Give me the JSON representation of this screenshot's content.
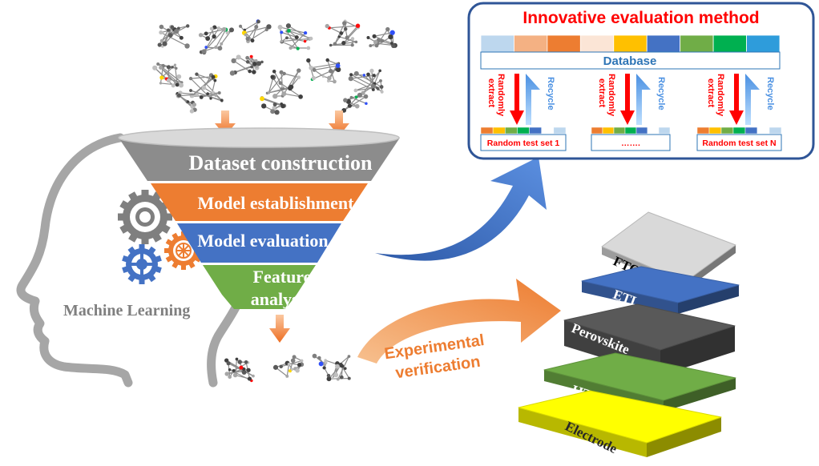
{
  "funnel": {
    "stages": [
      {
        "label": "Dataset construction",
        "color": "#8c8c8c"
      },
      {
        "label": "Model establishment",
        "color": "#ed7d31"
      },
      {
        "label": "Model evaluation",
        "color": "#4472c4"
      },
      {
        "label_line1": "Feature",
        "label_line2": "analysis",
        "color": "#70ad47"
      }
    ]
  },
  "head": {
    "label": "Machine Learning"
  },
  "evaluation_panel": {
    "title": "Innovative evaluation method",
    "database_label": "Database",
    "database_colors": [
      "#bdd7ee",
      "#f4b183",
      "#ed7d31",
      "#fbe5d6",
      "#ffc000",
      "#4472c4",
      "#70ad47",
      "#00b050",
      "#2e9cdb"
    ],
    "extract_label_1": "Randomly",
    "extract_label_2": "extract",
    "recycle_label": "Recycle",
    "test_sets": [
      {
        "label": "Random test set 1"
      },
      {
        "label": "……."
      },
      {
        "label": "Random test set N"
      }
    ],
    "mini_colors": [
      "#ed7d31",
      "#ffc000",
      "#70ad47",
      "#00b050",
      "#4472c4",
      "#ffffff",
      "#bdd7ee"
    ]
  },
  "experimental": {
    "line1": "Experimental",
    "line2": "verification"
  },
  "device_layers": [
    {
      "label": "Electrode",
      "color": "#ffff00"
    },
    {
      "label": "HTL",
      "color": "#70ad47"
    },
    {
      "label": "Perovskite",
      "color": "#595959"
    },
    {
      "label": "ETL",
      "color": "#4472c4"
    },
    {
      "label": "FTO",
      "color": "#d9d9d9"
    }
  ],
  "accent_colors": {
    "red": "#ff0000",
    "blue": "#4a90e2",
    "orange": "#ed7d31",
    "panel_border": "#2f5597"
  }
}
